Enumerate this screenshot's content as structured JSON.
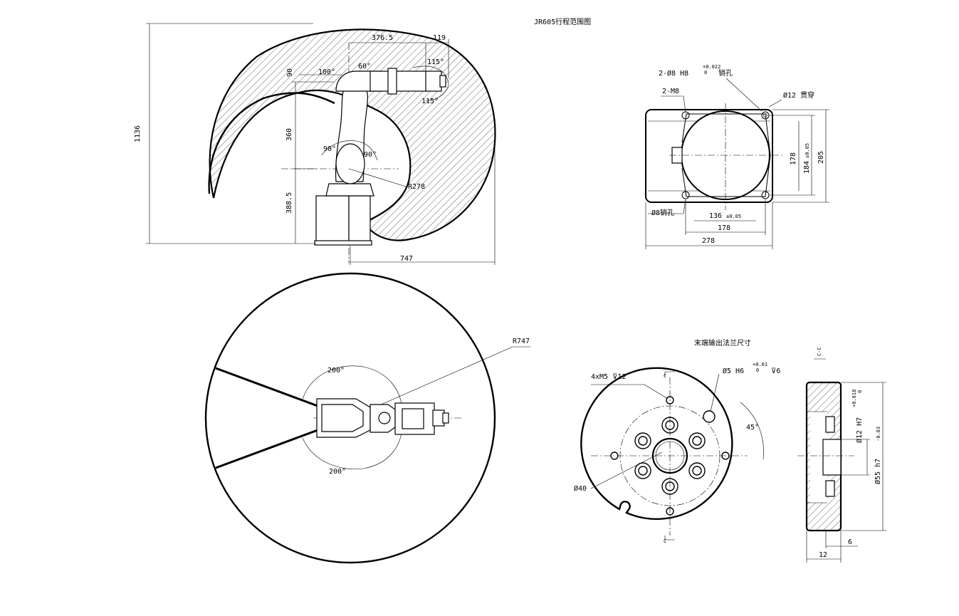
{
  "title": "JR605行程范围图",
  "flange_title": "末端输出法兰尺寸",
  "side_view": {
    "dim_376_5": "376.5",
    "dim_119": "119",
    "dim_90": "90",
    "dim_360": "360",
    "dim_388_5": "388.5",
    "dim_1136": "1136",
    "dim_747": "747",
    "angle_100": "100°",
    "angle_60": "60°",
    "angle_115_top": "115°",
    "angle_115_bottom": "115°",
    "angle_90_left": "90°",
    "angle_90_right": "90°",
    "radius": "R278"
  },
  "base_view": {
    "pin_hole_2": "2-Ø8 H8",
    "pin_hole_2_tol": "+0.022",
    "pin_hole_2_tol0": "0",
    "pin_hole_2_suffix": "销孔",
    "thread": "2-M8",
    "through_hole": "Ø12 贯穿",
    "dim_178_v": "178",
    "dim_184": "184",
    "dim_184_tol": "±0.05",
    "dim_205": "205",
    "pin_hole": "Ø8销孔",
    "dim_136": "136",
    "dim_136_tol": "±0.05",
    "dim_178_h": "178",
    "dim_278": "278"
  },
  "top_view": {
    "radius": "R747",
    "angle_top": "200°",
    "angle_bottom": "200°"
  },
  "flange": {
    "thread": "4xM5 ⊽12",
    "pin": "Ø5 H6",
    "pin_tol": "+0.01",
    "pin_tol0": "0",
    "pin_depth": "⊽6",
    "angle": "45°",
    "dia_40": "Ø40",
    "section_mark": "C-C",
    "section_c": "C",
    "dia_12": "Ø12 H7",
    "dia_12_tol": "+0.018",
    "dia_12_tol0": "0",
    "dia_55": "Ø55 h7",
    "dia_55_tol": "-0.03",
    "dim_12": "12",
    "dim_6": "6"
  }
}
